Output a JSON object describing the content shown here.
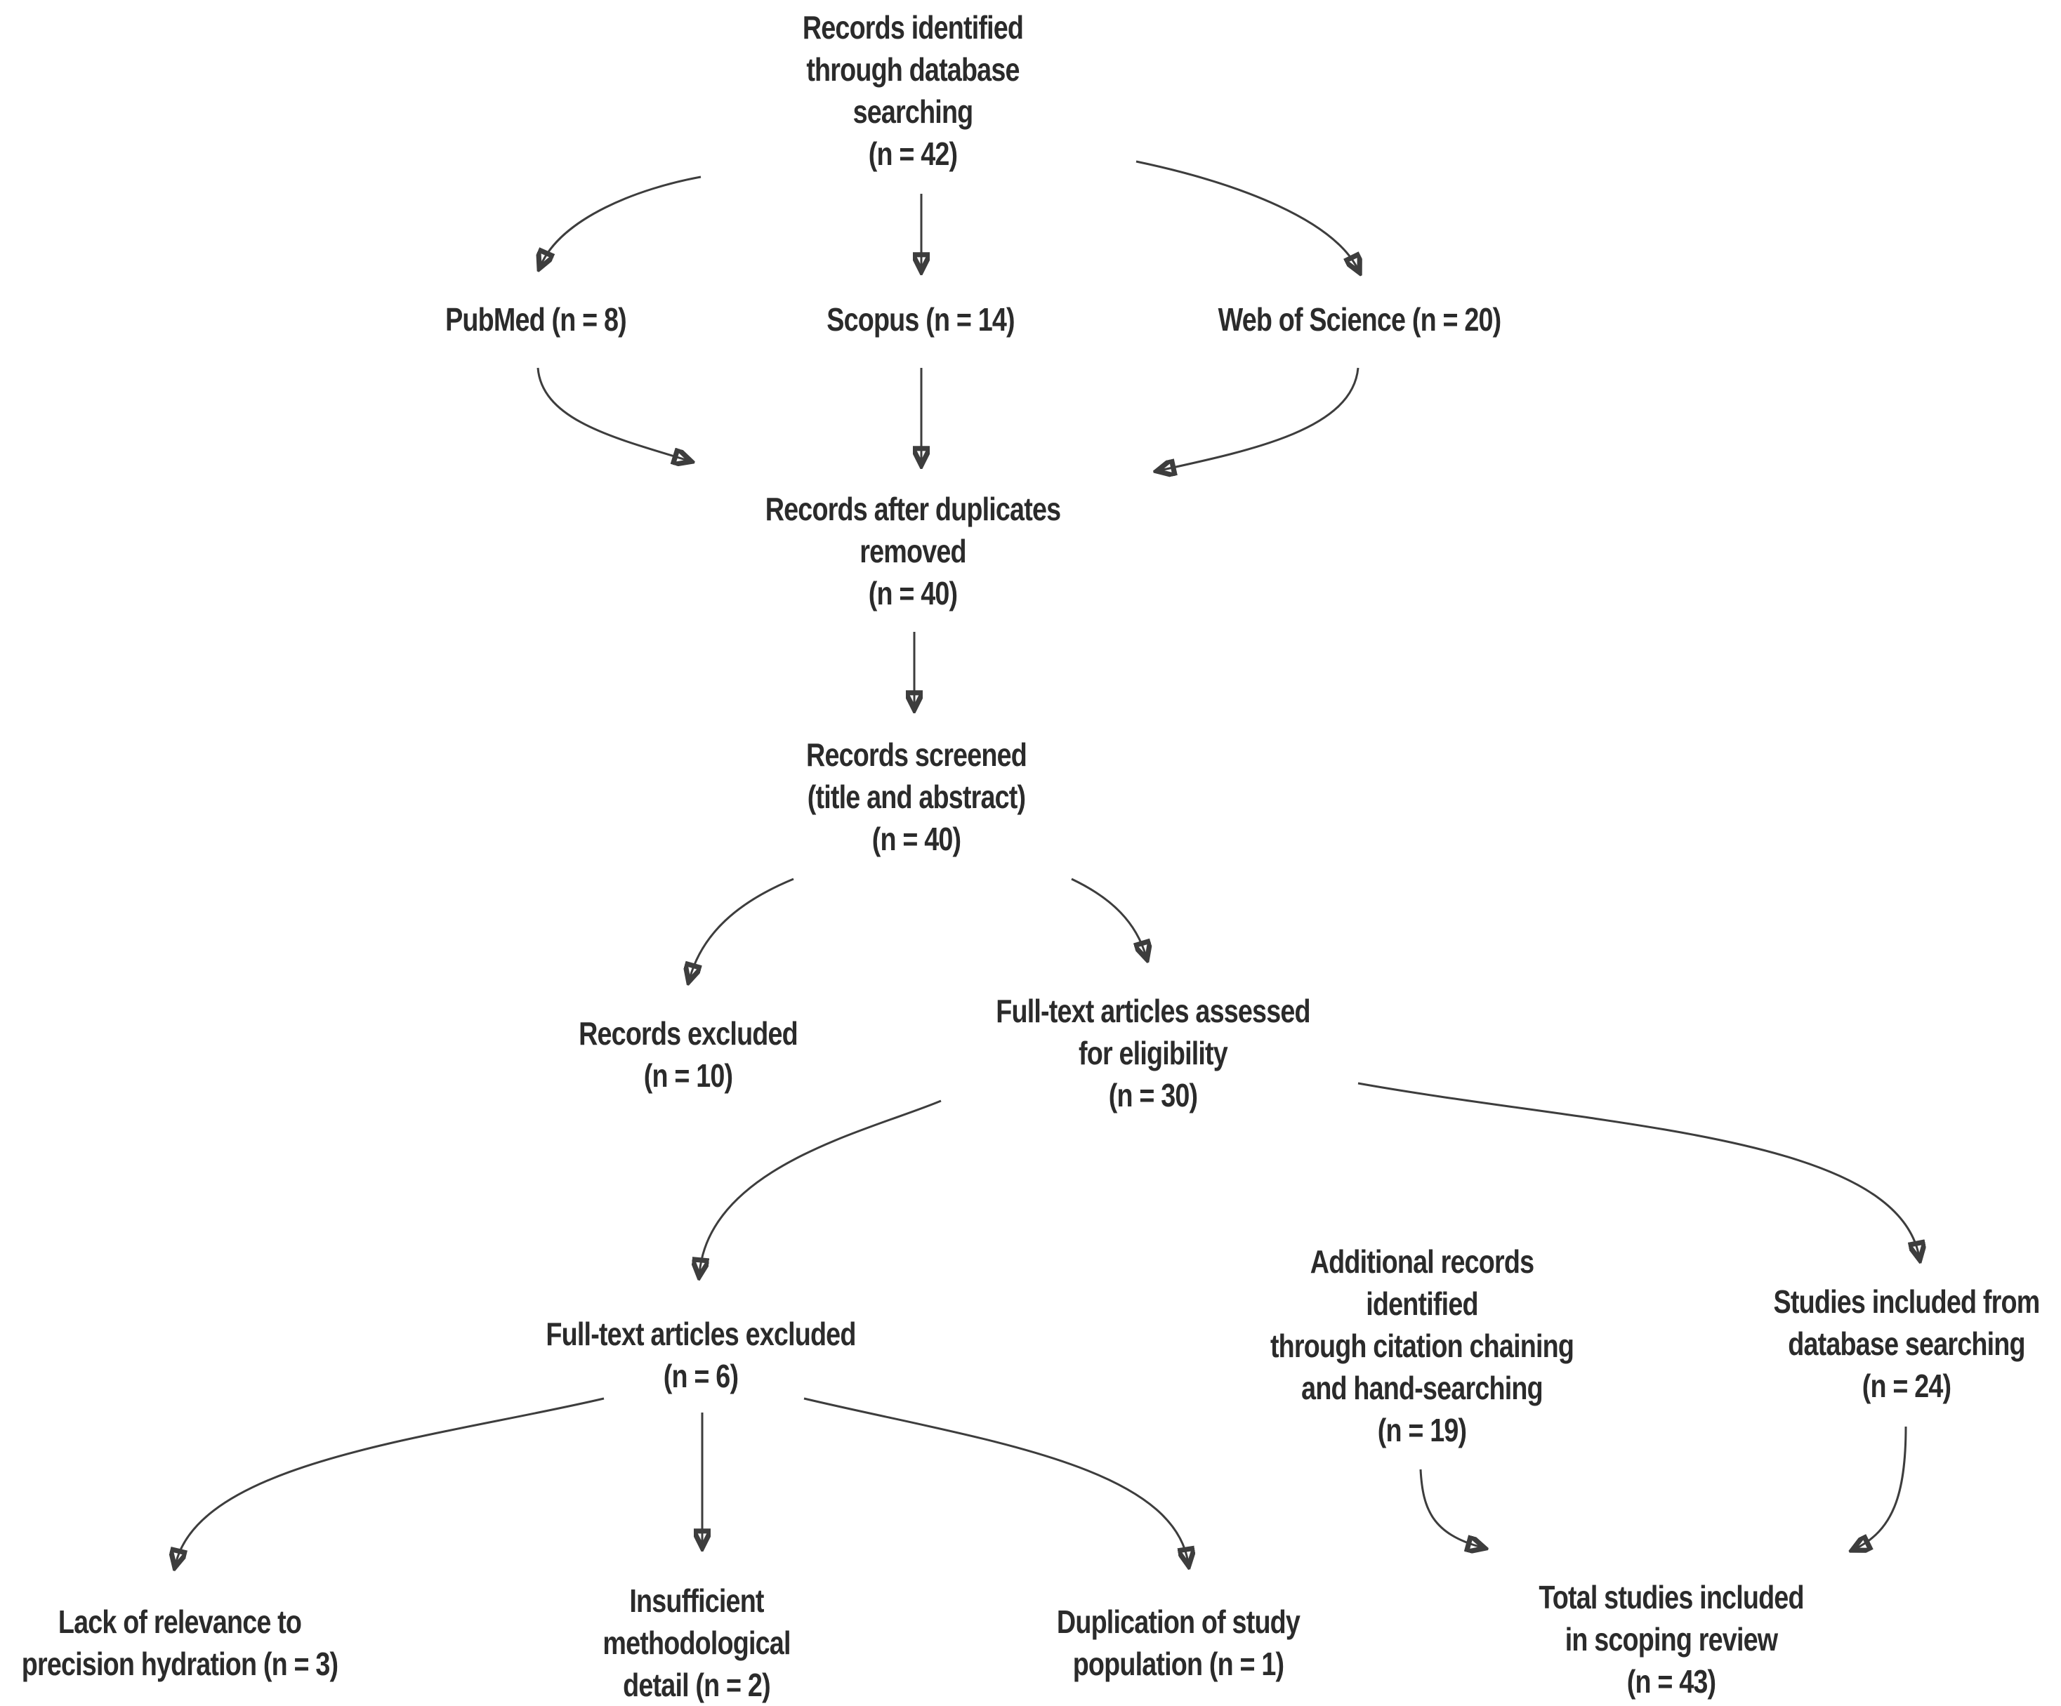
{
  "figure": {
    "type": "prisma-flow-diagram",
    "background": "#ffffff",
    "text_color": "#2b2b2b",
    "line_color": "#3d3d3d"
  },
  "nodes": {
    "records_identified": {
      "lines": [
        "Records identified",
        "through database",
        "searching",
        "(n = 42)"
      ]
    },
    "pubmed": {
      "lines": [
        "PubMed (n = 8)"
      ]
    },
    "scopus": {
      "lines": [
        "Scopus (n = 14)"
      ]
    },
    "web_of_science": {
      "lines": [
        "Web of Science (n = 20)"
      ]
    },
    "records_after_duplicates": {
      "lines": [
        "Records after duplicates",
        "removed",
        "(n = 40)"
      ]
    },
    "records_screened": {
      "lines": [
        "Records screened",
        "(title and abstract)",
        "(n = 40)"
      ]
    },
    "records_excluded": {
      "lines": [
        "Records excluded",
        "(n = 10)"
      ]
    },
    "fulltext_assessed": {
      "lines": [
        "Full-text articles assessed",
        "for eligibility",
        "(n = 30)"
      ]
    },
    "fulltext_excluded": {
      "lines": [
        "Full-text articles excluded",
        "(n = 6)"
      ]
    },
    "additional_records": {
      "lines": [
        "Additional records",
        "identified",
        "through citation chaining",
        "and hand-searching",
        "(n = 19)"
      ]
    },
    "studies_included_db": {
      "lines": [
        "Studies included from",
        "database searching",
        "(n = 24)"
      ]
    },
    "lack_relevance": {
      "lines": [
        "Lack of relevance to",
        "precision hydration (n = 3)"
      ]
    },
    "insufficient_detail": {
      "lines": [
        "Insufficient",
        "methodological",
        "detail (n = 2)"
      ]
    },
    "duplication": {
      "lines": [
        "Duplication of study",
        "population (n = 1)"
      ]
    },
    "total_included": {
      "lines": [
        "Total studies included",
        "in scoping review",
        "(n = 43)"
      ]
    }
  }
}
